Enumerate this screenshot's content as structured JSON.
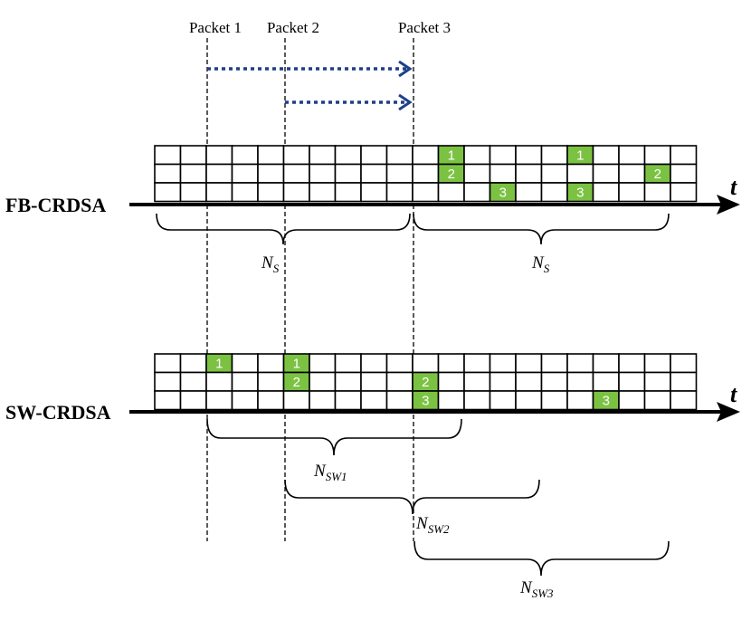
{
  "packets": [
    "Packet 1",
    "Packet 2",
    "Packet 3"
  ],
  "schemes": {
    "fb": {
      "label": "FB-CRDSA",
      "time_label": "t",
      "frame_label": {
        "main": "N",
        "sub": "S"
      },
      "highlights": [
        {
          "row": 0,
          "col": 11,
          "text": "1"
        },
        {
          "row": 0,
          "col": 16,
          "text": "1"
        },
        {
          "row": 1,
          "col": 11,
          "text": "2"
        },
        {
          "row": 1,
          "col": 19,
          "text": "2"
        },
        {
          "row": 2,
          "col": 13,
          "text": "3"
        },
        {
          "row": 2,
          "col": 16,
          "text": "3"
        }
      ]
    },
    "sw": {
      "label": "SW-CRDSA",
      "time_label": "t",
      "highlights": [
        {
          "row": 0,
          "col": 2,
          "text": "1"
        },
        {
          "row": 0,
          "col": 5,
          "text": "1"
        },
        {
          "row": 1,
          "col": 5,
          "text": "2"
        },
        {
          "row": 1,
          "col": 10,
          "text": "2"
        },
        {
          "row": 2,
          "col": 10,
          "text": "3"
        },
        {
          "row": 2,
          "col": 17,
          "text": "3"
        }
      ],
      "windows": [
        {
          "main": "N",
          "sub": "SW1"
        },
        {
          "main": "N",
          "sub": "SW2"
        },
        {
          "main": "N",
          "sub": "SW3"
        }
      ]
    }
  },
  "grid": {
    "rows": 3,
    "cols": 21
  },
  "colors": {
    "highlight": "#7cc242",
    "arrow": "#1f3f8a"
  }
}
